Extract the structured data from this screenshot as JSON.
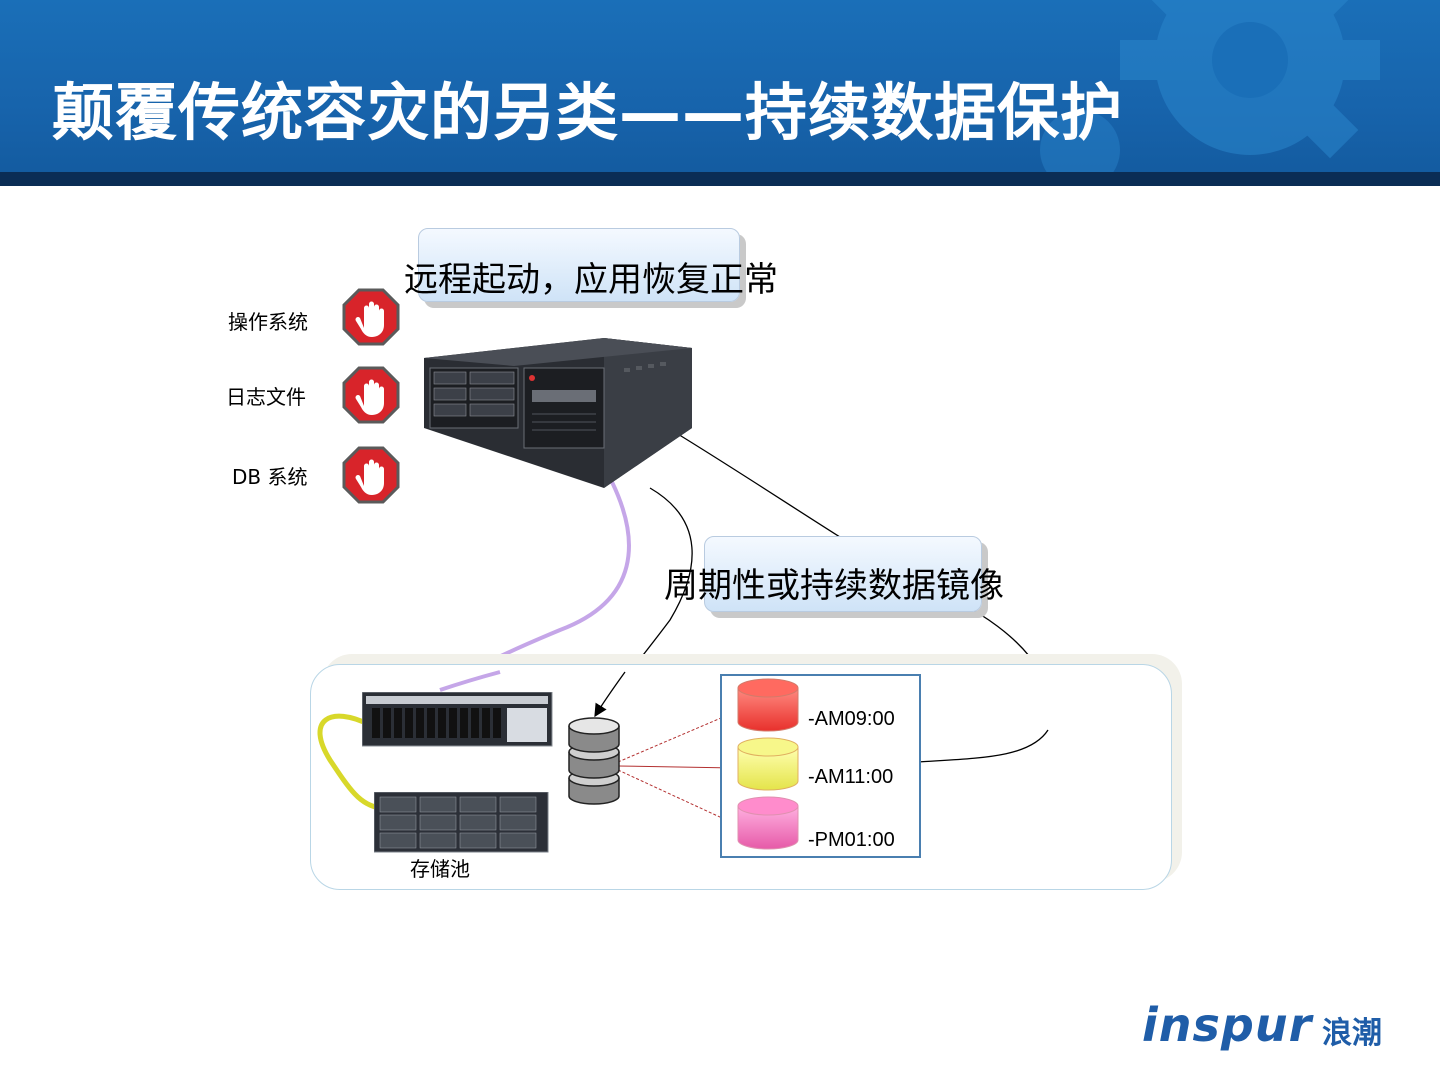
{
  "header": {
    "title": "颠覆传统容灾的另类——持续数据保护"
  },
  "callouts": {
    "top": "远程起动，应用恢复正常",
    "middle": "周期性或持续数据镜像"
  },
  "server_labels": [
    "操作系统",
    "日志文件",
    "DB 系统"
  ],
  "storage": {
    "label": "存储池"
  },
  "snapshots": [
    {
      "time": "-AM09:00",
      "color": "#e8302c"
    },
    {
      "time": "-AM11:00",
      "color": "#e4e44a"
    },
    {
      "time": "-PM01:00",
      "color": "#e65aa8"
    }
  ],
  "logo": {
    "brand": "inspur",
    "cn": "浪潮"
  },
  "colors": {
    "header_blue": "#1763ab",
    "header_dark": "#0b2d55",
    "link_purple": "#c5a6e8",
    "link_yellow": "#d8d82a",
    "arrow_red": "#b33030"
  }
}
